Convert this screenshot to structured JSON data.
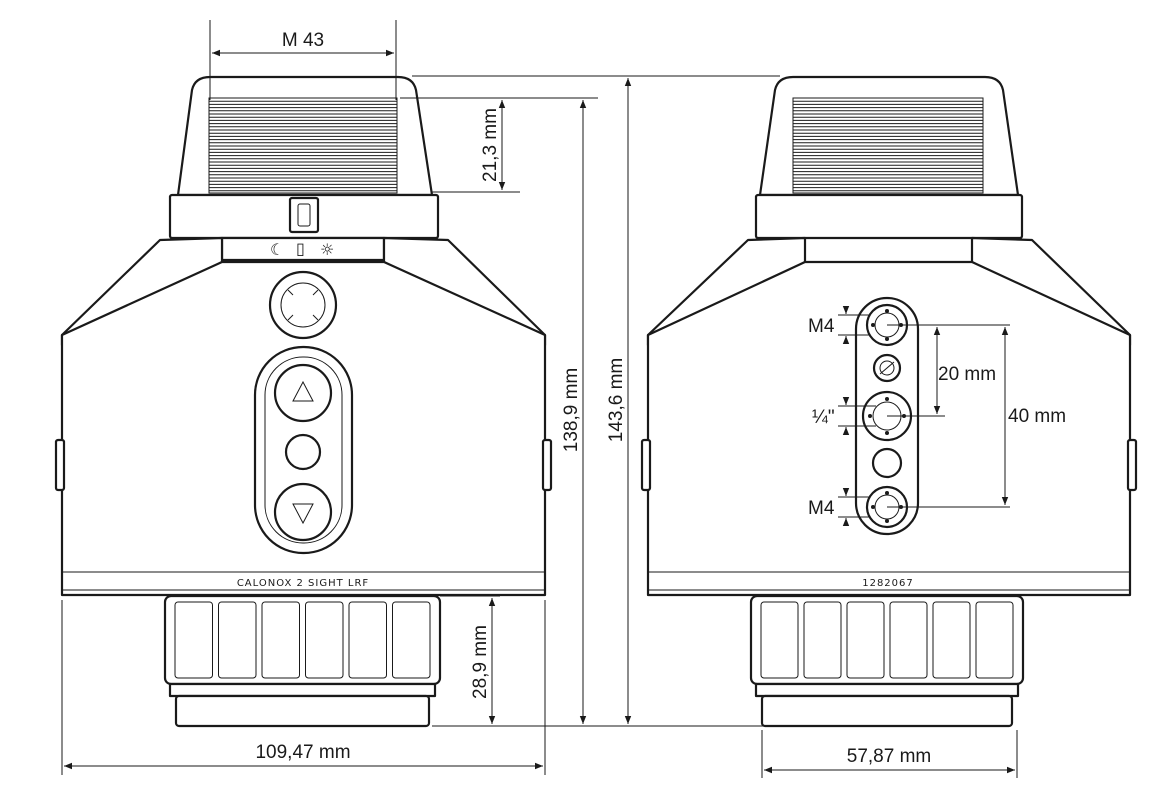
{
  "views": {
    "front": {
      "model_label": "CALONOX 2 SIGHT LRF",
      "mode_icons": [
        "☾",
        "▯",
        "☼"
      ]
    },
    "back": {
      "serial_label": "1282067"
    }
  },
  "dimensions": {
    "thread": "M 43",
    "eyepiece_height": "21,3 mm",
    "body_height": "138,9 mm",
    "total_height": "143,6 mm",
    "objective_height": "28,9 mm",
    "width": "109,47 mm",
    "objective_diameter": "57,87 mm",
    "m4_top": "M4",
    "quarter_inch": "¼\"",
    "m4_bottom": "M4",
    "spacing_short": "20 mm",
    "spacing_long": "40 mm"
  },
  "icons": {
    "up": "triangle-up-icon",
    "down": "triangle-down-icon",
    "center": "circle-button-icon",
    "joystick": "four-way-pad-icon"
  }
}
